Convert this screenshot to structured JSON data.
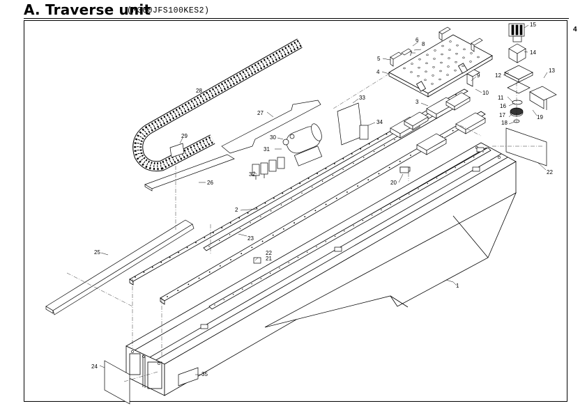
{
  "header": {
    "title": "A. Traverse unit",
    "subtitle": "(M300JFS100KES2)",
    "page_number": "4"
  },
  "callouts": {
    "c1": "1",
    "c2": "2",
    "c3": "3",
    "c4": "4",
    "c5": "5",
    "c6": "6",
    "c7": "7",
    "c8": "8",
    "c9": "9",
    "c10": "10",
    "c11": "11",
    "c12": "12",
    "c13": "13",
    "c14": "14",
    "c15": "15",
    "c16": "16",
    "c17": "17",
    "c18": "18",
    "c19": "19",
    "c20": "20",
    "c21": "21",
    "c22a": "22",
    "c22b": "22",
    "c23": "23",
    "c24": "24",
    "c25": "25",
    "c26": "26",
    "c27": "27",
    "c28": "28",
    "c29": "29",
    "c30": "30",
    "c31": "31",
    "c32": "32",
    "c33": "33",
    "c34": "34",
    "c35": "35"
  }
}
